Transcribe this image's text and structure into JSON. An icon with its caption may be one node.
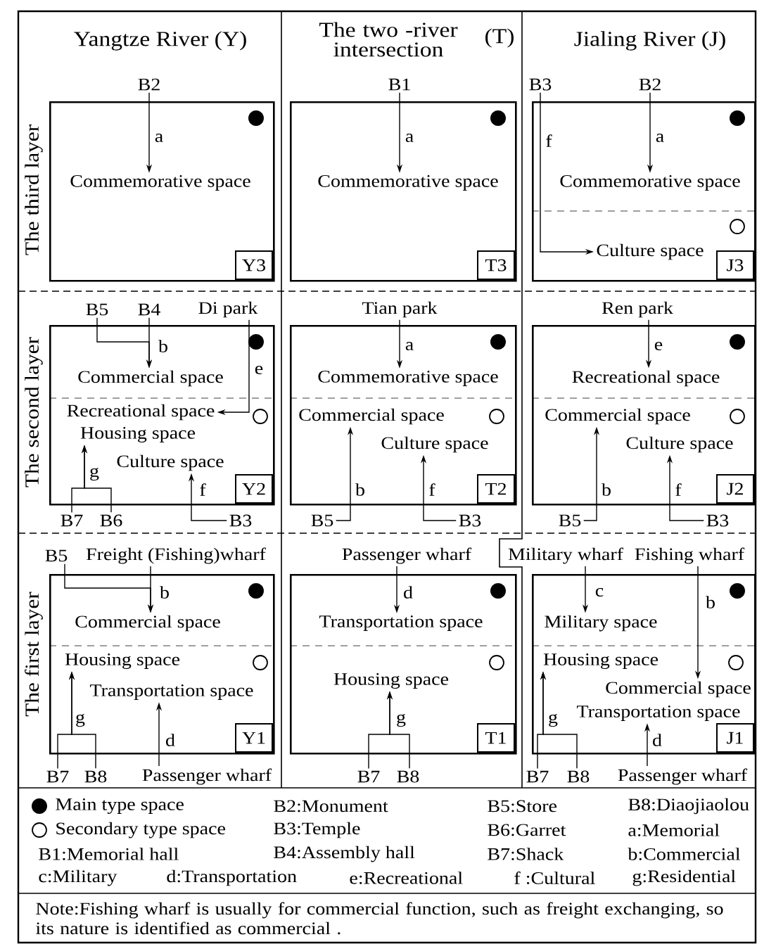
{
  "diagram": {
    "nodes": [
      {
        "text": [],
        "shape": "box"
      },
      {
        "text": [
          "Commemorative space"
        ],
        "in": 0
      },
      {
        "text": [
          "Y3"
        ],
        "in": 0
      },
      {
        "text": [
          "B2"
        ]
      },
      {
        "text": [],
        "shape": "box"
      },
      {
        "text": [
          "Commemorative space"
        ],
        "in": 4
      },
      {
        "text": [
          "T3"
        ],
        "in": 4
      },
      {
        "text": [
          "B1"
        ]
      },
      {
        "text": [],
        "shape": "box"
      },
      {
        "text": [
          "Commemorative space"
        ],
        "in": 8
      },
      {
        "text": [
          "Culture space"
        ],
        "in": 8
      },
      {
        "text": [
          "J3"
        ],
        "in": 8
      },
      {
        "text": [
          "B3"
        ]
      },
      {
        "text": [
          "B2"
        ]
      },
      {
        "text": [],
        "shape": "box"
      },
      {
        "text": [
          "Commercial space"
        ],
        "in": 14
      },
      {
        "text": [
          "Recreational space"
        ],
        "in": 14
      },
      {
        "text": [
          "Housing space"
        ],
        "in": 14
      },
      {
        "text": [
          "Culture space"
        ],
        "in": 14
      },
      {
        "text": [
          "Y2"
        ],
        "in": 14
      },
      {
        "text": [
          "B5"
        ]
      },
      {
        "text": [
          "B4"
        ]
      },
      {
        "text": [
          "Di park"
        ]
      },
      {
        "text": [
          "B7"
        ]
      },
      {
        "text": [
          "B6"
        ]
      },
      {
        "text": [
          "B3"
        ]
      },
      {
        "text": [],
        "shape": "box"
      },
      {
        "text": [
          "Commemorative space"
        ],
        "in": 26
      },
      {
        "text": [
          "Commercial space"
        ],
        "in": 26
      },
      {
        "text": [
          "Culture space"
        ],
        "in": 26
      },
      {
        "text": [
          "T2"
        ],
        "in": 26
      },
      {
        "text": [
          "Tian park"
        ]
      },
      {
        "text": [
          "B5"
        ]
      },
      {
        "text": [
          "B3"
        ]
      },
      {
        "text": [],
        "shape": "box"
      },
      {
        "text": [
          "Recreational space"
        ],
        "in": 34
      },
      {
        "text": [
          "Commercial space"
        ],
        "in": 34
      },
      {
        "text": [
          "Culture space"
        ],
        "in": 34
      },
      {
        "text": [
          "J2"
        ],
        "in": 34
      },
      {
        "text": [
          "Ren park"
        ]
      },
      {
        "text": [
          "B5"
        ]
      },
      {
        "text": [
          "B3"
        ]
      },
      {
        "text": [],
        "shape": "box"
      },
      {
        "text": [
          "Commercial space"
        ],
        "in": 42
      },
      {
        "text": [
          "Housing space"
        ],
        "in": 42
      },
      {
        "text": [
          "Transportation space"
        ],
        "in": 42
      },
      {
        "text": [
          "Y1"
        ],
        "in": 42
      },
      {
        "text": [
          "B5"
        ]
      },
      {
        "text": [
          "Freight (Fishing)wharf"
        ]
      },
      {
        "text": [
          "B7"
        ]
      },
      {
        "text": [
          "B8"
        ]
      },
      {
        "text": [
          "Passenger wharf"
        ]
      },
      {
        "text": [],
        "shape": "box"
      },
      {
        "text": [
          "Transportation space"
        ],
        "in": 52
      },
      {
        "text": [
          "Housing space"
        ],
        "in": 52
      },
      {
        "text": [
          "T1"
        ],
        "in": 52
      },
      {
        "text": [
          "Passenger wharf"
        ]
      },
      {
        "text": [
          "B7"
        ]
      },
      {
        "text": [
          "B8"
        ]
      },
      {
        "text": [],
        "shape": "box"
      },
      {
        "text": [
          "Military space"
        ],
        "in": 59
      },
      {
        "text": [
          "Housing space"
        ],
        "in": 59
      },
      {
        "text": [
          "Commercial space"
        ],
        "in": 59
      },
      {
        "text": [
          "Transportation space"
        ],
        "in": 59
      },
      {
        "text": [
          "J1"
        ],
        "in": 59
      },
      {
        "text": [
          "Military wharf"
        ]
      },
      {
        "text": [
          "Fishing wharf"
        ]
      },
      {
        "text": [
          "B7"
        ]
      },
      {
        "text": [
          "B8"
        ]
      },
      {
        "text": [
          "Passenger wharf"
        ]
      }
    ],
    "edges": [
      {
        "from": 3,
        "to": 1,
        "arrow": "to",
        "label": "a"
      },
      {
        "from": 7,
        "to": 5,
        "arrow": "to",
        "label": "a"
      },
      {
        "from": 13,
        "to": 9,
        "arrow": "to",
        "label": "a"
      },
      {
        "from": 12,
        "to": 10,
        "arrow": "to",
        "label": "f"
      },
      {
        "from": 20,
        "to": 15,
        "arrow": "to",
        "label": "b"
      },
      {
        "from": 21,
        "to": 15,
        "arrow": "to"
      },
      {
        "from": 22,
        "to": 16,
        "arrow": "to",
        "label": "e"
      },
      {
        "from": 23,
        "to": 17,
        "arrow": "to",
        "label": "g"
      },
      {
        "from": 24,
        "to": 17,
        "arrow": "to"
      },
      {
        "from": 25,
        "to": 18,
        "arrow": "to",
        "label": "f"
      },
      {
        "from": 31,
        "to": 27,
        "arrow": "to",
        "label": "a"
      },
      {
        "from": 32,
        "to": 28,
        "arrow": "to",
        "label": "b"
      },
      {
        "from": 33,
        "to": 29,
        "arrow": "to",
        "label": "f"
      },
      {
        "from": 39,
        "to": 35,
        "arrow": "to",
        "label": "e"
      },
      {
        "from": 40,
        "to": 36,
        "arrow": "to",
        "label": "b"
      },
      {
        "from": 41,
        "to": 37,
        "arrow": "to",
        "label": "f"
      },
      {
        "from": 47,
        "to": 43,
        "arrow": "to",
        "label": "b"
      },
      {
        "from": 48,
        "to": 43,
        "arrow": "to"
      },
      {
        "from": 49,
        "to": 44,
        "arrow": "to",
        "label": "g"
      },
      {
        "from": 50,
        "to": 44,
        "arrow": "to"
      },
      {
        "from": 51,
        "to": 45,
        "arrow": "to",
        "label": "d"
      },
      {
        "from": 56,
        "to": 53,
        "arrow": "to",
        "label": "d"
      },
      {
        "from": 57,
        "to": 54,
        "arrow": "to",
        "label": "g"
      },
      {
        "from": 58,
        "to": 54,
        "arrow": "to"
      },
      {
        "from": 65,
        "to": 60,
        "arrow": "to",
        "label": "c"
      },
      {
        "from": 66,
        "to": 62,
        "arrow": "to",
        "label": "b"
      },
      {
        "from": 67,
        "to": 61,
        "arrow": "to",
        "label": "g"
      },
      {
        "from": 68,
        "to": 61,
        "arrow": "to"
      },
      {
        "from": 69,
        "to": 63,
        "arrow": "to",
        "label": "d"
      }
    ],
    "labels": [
      "Yangtze River (Y)",
      "The two -river intersection",
      "(T)",
      "Jialing River (J)",
      "The third layer",
      "The second layer",
      "The first layer",
      "B2:Monument",
      "B5:Store",
      "B8:Diaojiaolou",
      "B3:Temple",
      "B6:Garret",
      "a:Memorial",
      "B1:Memorial hall",
      "B4:Assembly hall",
      "B7:Shack",
      "b:Commercial",
      "c:Military",
      "d:Transportation",
      "e:Recreational",
      "f :Cultural",
      "g:Residential",
      "Note:Fishing wharf is usually for commercial function, such as freight exchanging, so its nature is identified as commercial ."
    ],
    "legend": [
      {
        "text": "Main type space"
      },
      {
        "text": "Secondary type space"
      }
    ]
  }
}
